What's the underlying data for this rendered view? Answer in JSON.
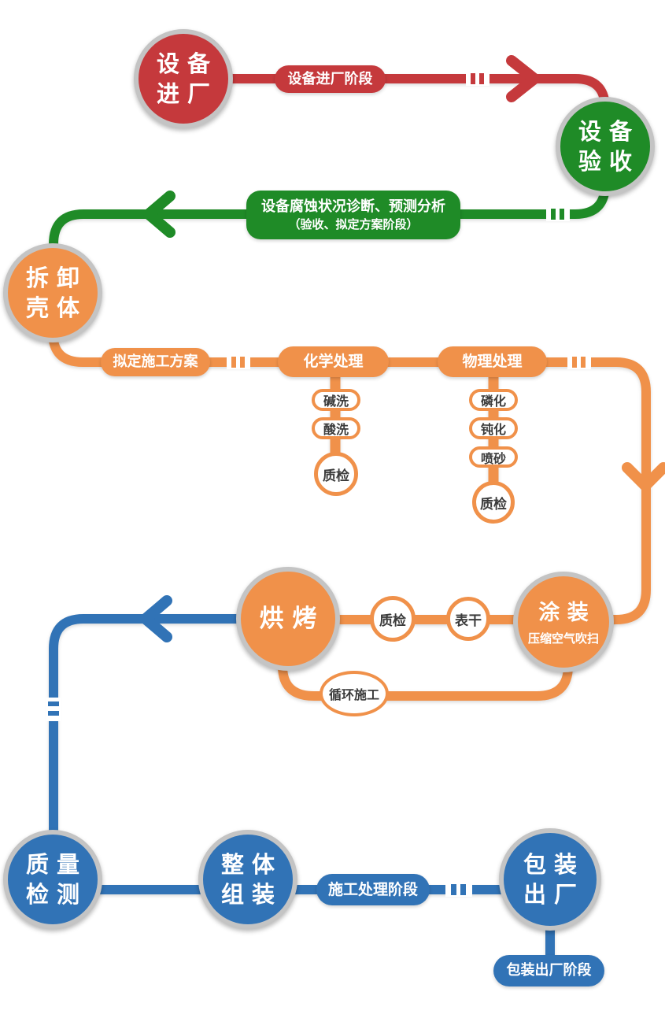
{
  "colors": {
    "red": "#c5393c",
    "green": "#1f8b27",
    "orange": "#f0914a",
    "blue": "#3173b6",
    "border": "#c4c4c4",
    "dark": "#3b3b3b"
  },
  "flow": {
    "equip_entry": {
      "l1": "设 备",
      "l2": "进 厂"
    },
    "entry_stage_label": "设备进厂阶段",
    "equip_accept": {
      "l1": "设 备",
      "l2": "验 收"
    },
    "diagnosis_label": {
      "l1": "设备腐蚀状况诊断、预测分析",
      "l2": "（验收、拟定方案阶段）"
    },
    "disassemble": {
      "l1": "拆 卸",
      "l2": "壳 体"
    },
    "plan_label": "拟定施工方案",
    "chemical_label": "化学处理",
    "physical_label": "物理处理",
    "alkali_wash": "碱洗",
    "acid_wash": "酸洗",
    "chem_qc": "质检",
    "phosphating": "磷化",
    "passivation": "钝化",
    "sandblasting": "喷砂",
    "phys_qc": "质检",
    "painting": {
      "l1": "涂 装",
      "l2": "压缩空气吹扫"
    },
    "paint_qc": "质检",
    "surface_dry": "表干",
    "baking": "烘 烤",
    "cycle_label": "循环施工",
    "quality_test": {
      "l1": "质 量",
      "l2": "检 测"
    },
    "assembly": {
      "l1": "整 体",
      "l2": "组 装"
    },
    "construction_stage_label": "施工处理阶段",
    "packaging": {
      "l1": "包 装",
      "l2": "出 厂"
    },
    "packaging_stage_label": "包装出厂阶段"
  }
}
